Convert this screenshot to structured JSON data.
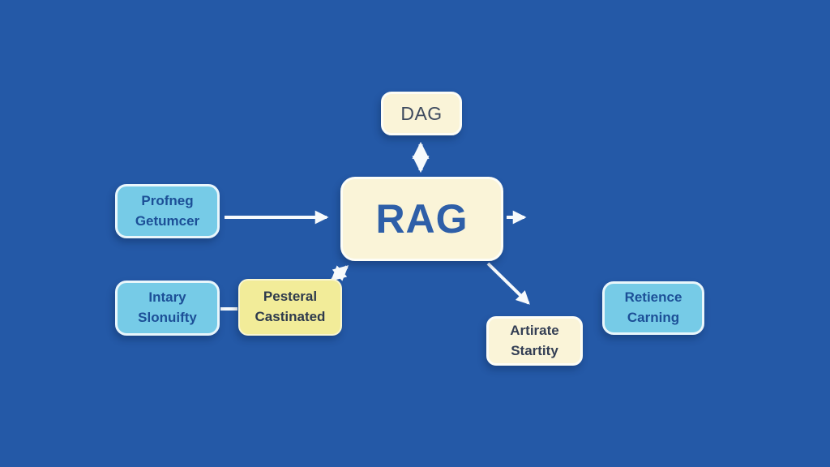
{
  "canvas": {
    "background_color": "#2459A7",
    "arrow_color": "#F7FAFC"
  },
  "palette": {
    "cream_node_fill": "#FAF4D8",
    "blue_node_fill": "#76CBE7",
    "yellow_node_fill": "#F2EC99",
    "node_border": "#FDFDF6",
    "rag_text_color": "#2E5FA8",
    "blue_node_text_color": "#1C4F97"
  },
  "nodes": {
    "dag": {
      "label": "DAG"
    },
    "rag": {
      "label": "RAG"
    },
    "profneg": {
      "line1": "Profneg",
      "line2": "Getumcer"
    },
    "intary": {
      "line1": "Intary",
      "line2": "Slonuifty"
    },
    "pesteral": {
      "line1": "Pesteral",
      "line2": "Castinated"
    },
    "artirate": {
      "line1": "Artirate",
      "line2": "Startity"
    },
    "retience": {
      "line1": "Retience",
      "line2": "Carning"
    }
  },
  "connections": [
    {
      "from": "dag",
      "to": "rag",
      "style": "double-arrow"
    },
    {
      "from": "profneg",
      "to": "rag",
      "style": "arrow"
    },
    {
      "from": "rag",
      "to": "right-exit",
      "style": "arrow"
    },
    {
      "from": "rag",
      "to": "pesteral",
      "style": "double-arrow"
    },
    {
      "from": "rag",
      "to": "artirate",
      "style": "arrow"
    },
    {
      "from": "intary",
      "to": "pesteral",
      "style": "line"
    }
  ]
}
